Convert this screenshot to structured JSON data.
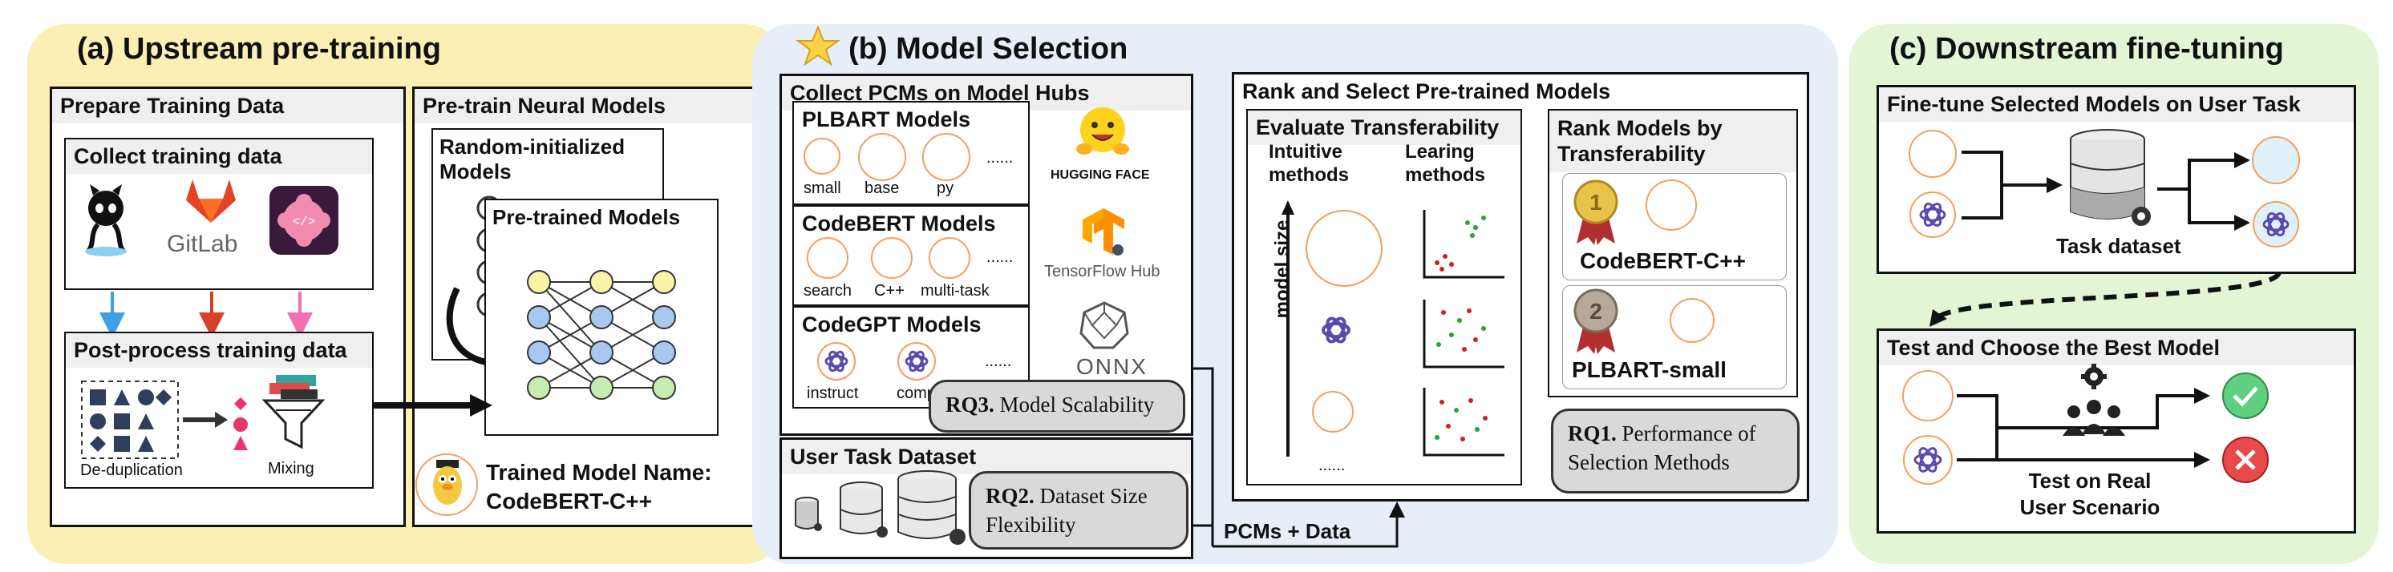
{
  "colors": {
    "panel_a": "#fcefb4",
    "panel_b": "#e8eef8",
    "panel_c": "#e4f5d6",
    "header_bg": "#efefef",
    "rq_bg": "#d9d9d9"
  },
  "panel_a": {
    "title": "(a) Upstream pre-training",
    "prepare": {
      "title": "Prepare Training Data",
      "collect_title": "Collect training data",
      "gitlab_label": "GitLab",
      "postprocess_title": "Post-process training data",
      "dedup_label": "De-duplication",
      "mixing_label": "Mixing"
    },
    "pretrain": {
      "title": "Pre-train Neural Models",
      "random_title": "Random-initialized Models",
      "pretrained_title": "Pre-trained Models",
      "trained_name_line1": "Trained Model Name:",
      "trained_name_line2": "CodeBERT-C++"
    }
  },
  "panel_b": {
    "title": "(b) Model Selection",
    "collect": {
      "title": "Collect PCMs on Model Hubs",
      "plbart_title": "PLBART Models",
      "plbart_items": [
        "small",
        "base",
        "py"
      ],
      "codebert_title": "CodeBERT Models",
      "codebert_items": [
        "search",
        "C++",
        "multi-task"
      ],
      "codegpt_title": "CodeGPT Models",
      "codegpt_items": [
        "instruct",
        "comp"
      ],
      "ellipsis": "......",
      "hub_huggingface": "HUGGING FACE",
      "hub_tensorflow": "TensorFlow Hub",
      "hub_onnx": "ONNX"
    },
    "user_task": {
      "title": "User Task Dataset"
    },
    "rq3": {
      "label": "RQ3.",
      "text": "Model Scalability"
    },
    "rq2": {
      "label": "RQ2.",
      "text_line1": "Dataset Size",
      "text_line2": "Flexibility"
    },
    "pcms_data_label": "PCMs + Data",
    "rank_select": {
      "title": "Rank and Select Pre-trained Models",
      "evaluate_title": "Evaluate Transferability",
      "intuitive_line1": "Intuitive",
      "intuitive_line2": "methods",
      "learning_line1": "Learing",
      "learning_line2": "methods",
      "model_size": "model size",
      "ellipsis": "......",
      "rank_title_line1": "Rank Models by",
      "rank_title_line2": "Transferability",
      "rank1_medal": "1",
      "rank1_name": "CodeBERT-C++",
      "rank2_medal": "2",
      "rank2_name": "PLBART-small"
    },
    "rq1": {
      "label": "RQ1.",
      "text_line1": "Performance of",
      "text_line2": "Selection Methods"
    }
  },
  "panel_c": {
    "title": "(c) Downstream fine-tuning",
    "finetune": {
      "title": "Fine-tune Selected Models on User Task",
      "dataset_label": "Task dataset"
    },
    "test": {
      "title": "Test and Choose the Best Model",
      "label_line1": "Test on Real",
      "label_line2": "User Scenario"
    }
  }
}
